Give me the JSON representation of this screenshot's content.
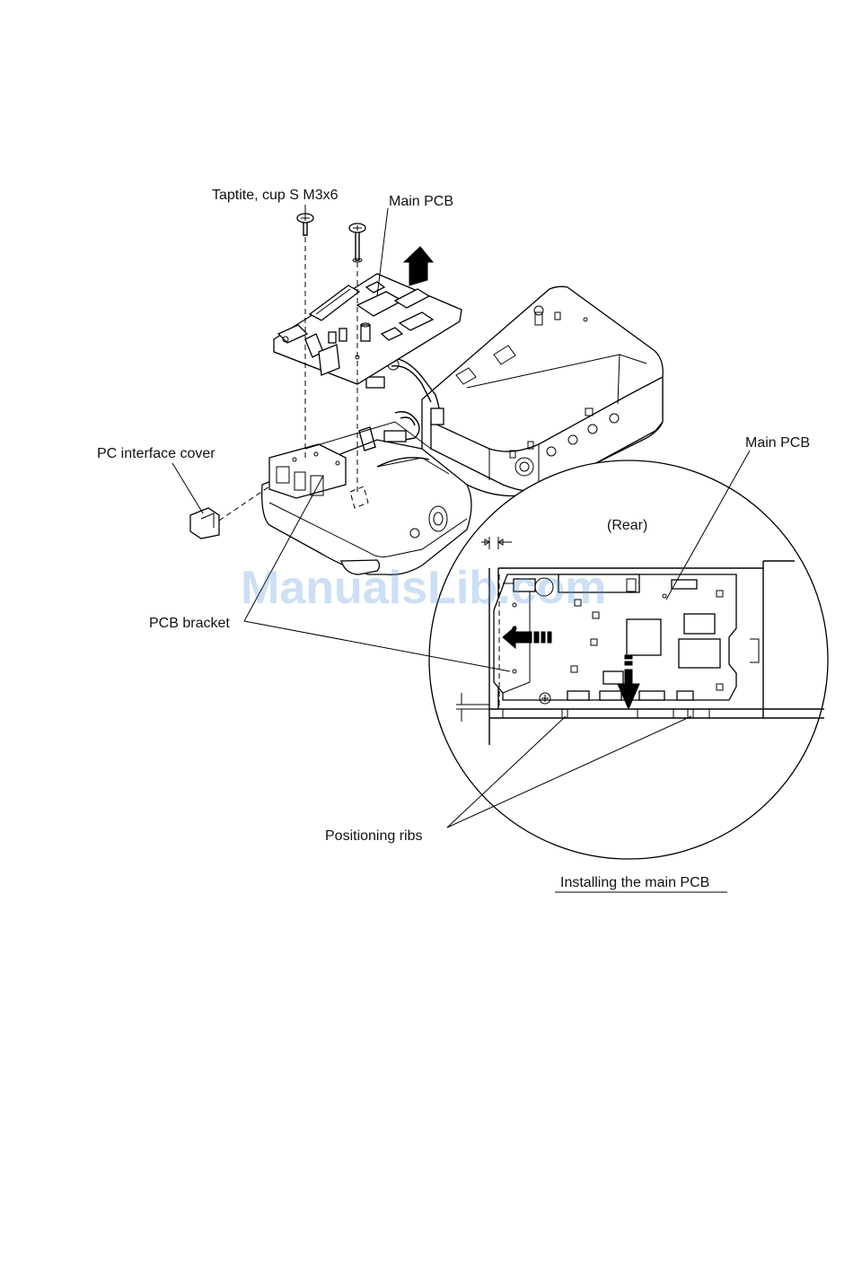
{
  "labels": {
    "screw": "Taptite, cup S M3x6",
    "main_pcb_top": "Main PCB",
    "pc_interface_cover": "PC interface cover",
    "pcb_bracket": "PCB bracket",
    "main_pcb_detail": "Main PCB",
    "rear": "(Rear)",
    "positioning_ribs": "Positioning ribs",
    "caption": "Installing the main PCB"
  },
  "watermark": "ManualsLib.com",
  "colors": {
    "line": "#000000",
    "watermark": "#4a90d9"
  }
}
